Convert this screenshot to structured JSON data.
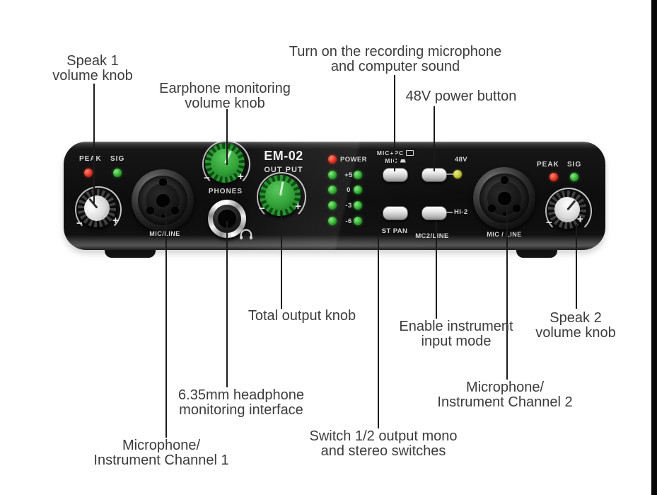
{
  "page": {
    "background": "#ffffff",
    "right_edge_bar": "#070707"
  },
  "colors": {
    "annotation_text": "#3c3c3c",
    "leader_line": "#1b1b1b",
    "device_body": "#0d0d0d",
    "led_red": "#d32b1e",
    "led_green": "#2aa32a",
    "led_yellow": "#b9bd31",
    "knob_green": "#2f9e35",
    "knob_white": "#dcdcdc"
  },
  "annotations": {
    "speak1": {
      "line1": "Speak 1",
      "line2": "volume knob"
    },
    "earphone": {
      "line1": "Earphone monitoring",
      "line2": "volume knob"
    },
    "turn_on": {
      "line1": "Turn on the recording microphone",
      "line2": "and computer sound"
    },
    "power48v": {
      "line1": "48V power button"
    },
    "total_output": {
      "line1": "Total output knob"
    },
    "enable_instrument": {
      "line1": "Enable instrument",
      "line2": "input mode"
    },
    "speak2": {
      "line1": "Speak 2",
      "line2": "volume knob"
    },
    "headphone_jack": {
      "line1": "6.35mm headphone",
      "line2": "monitoring interface"
    },
    "channel1": {
      "line1": "Microphone/",
      "line2": "Instrument Channel 1"
    },
    "switch_mono_stereo": {
      "line1": "Switch 1/2 output mono",
      "line2": "and stereo switches"
    },
    "channel2": {
      "line1": "Microphone/",
      "line2": "Instrument Channel 2"
    }
  },
  "device": {
    "model": "EM-02",
    "marks": {
      "minus": "−",
      "plus": "+"
    },
    "ch1": {
      "peak": "PEAK",
      "sig": "SIG",
      "jack_label": "MIC/LINE"
    },
    "phones": {
      "label": "PHONES"
    },
    "output": {
      "label": "OUT PUT"
    },
    "meter": {
      "power": "POWER",
      "levels": [
        "+5",
        "0",
        "-3",
        "-6"
      ]
    },
    "buttons": {
      "mic_pc": "MIC+PC",
      "mic": "MIC",
      "v48": "48V",
      "st_pan": "ST PAN",
      "mc2_line": "MC2/LINE",
      "hi2": "HI-2"
    },
    "ch2": {
      "peak": "PEAK",
      "sig": "SIG",
      "jack_label": "MIC / LINE"
    }
  }
}
